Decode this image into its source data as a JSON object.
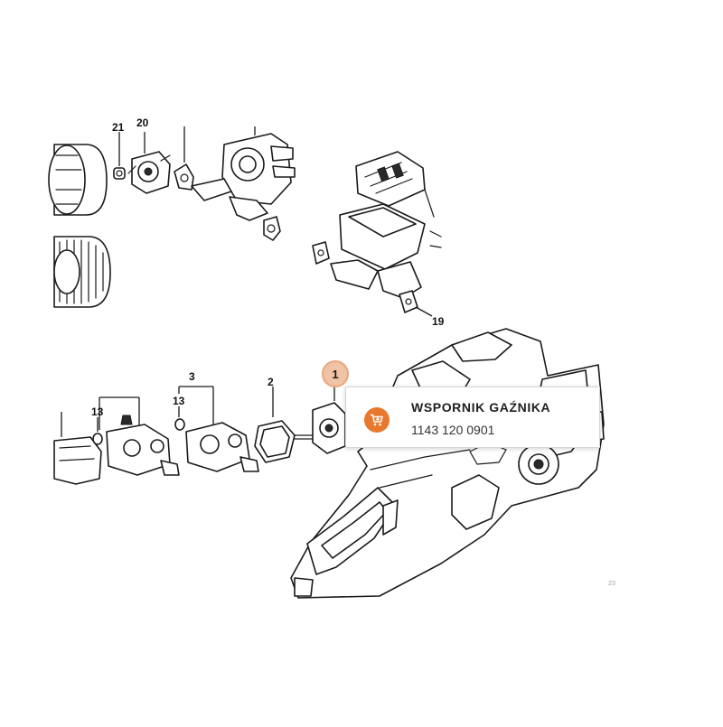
{
  "diagram": {
    "callouts": {
      "c21": "21",
      "c20": "20",
      "c19": "19",
      "c1": "1",
      "c2": "2",
      "c3": "3",
      "c13a": "13",
      "c13b": "13"
    },
    "sheet_ref": "23"
  },
  "popup": {
    "title": "WSPORNIK GAŹNIKA",
    "part_number": "1143 120 0901",
    "cart_icon": "add-to-cart-icon",
    "accent_color": "#e8782d"
  },
  "highlight": {
    "label": "1",
    "fill_color": "#f0c3a4"
  }
}
